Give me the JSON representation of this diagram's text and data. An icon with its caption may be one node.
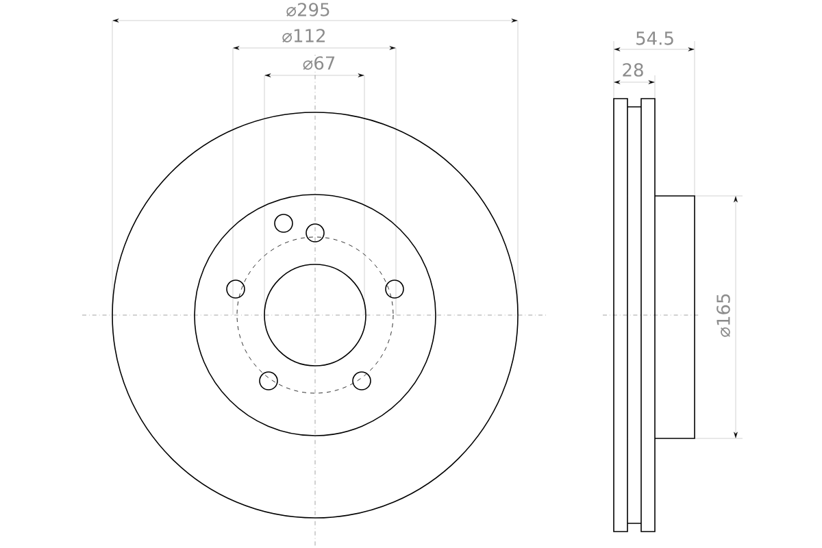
{
  "diagram": {
    "labels": [
      "⌀295",
      "54.5",
      "⌀112",
      "28",
      "⌀67",
      "⌀165"
    ]
  }
}
